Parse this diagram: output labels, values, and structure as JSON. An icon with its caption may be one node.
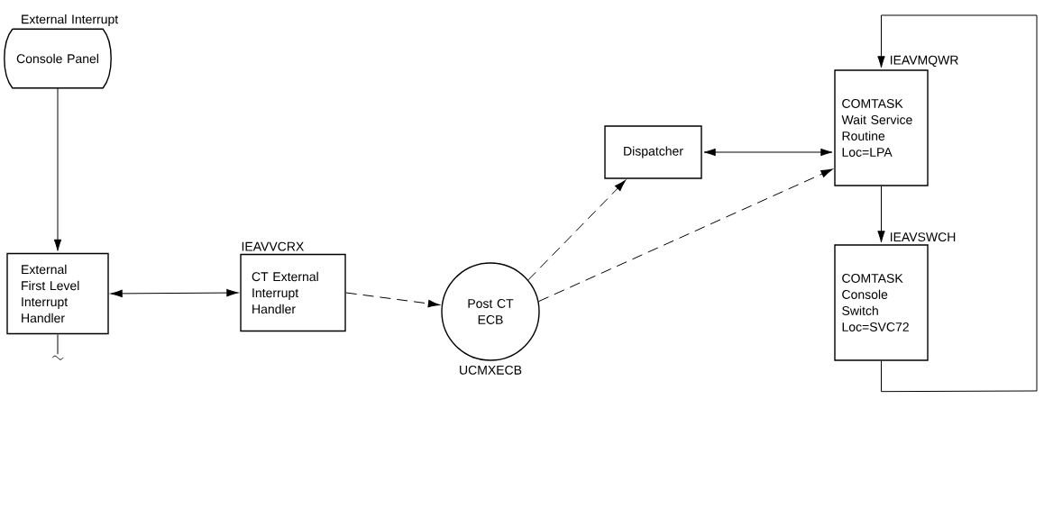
{
  "diagram": {
    "nodes": [
      {
        "text": [
          "External Interrupt",
          "Console Panel"
        ]
      },
      {
        "text": [
          "External First Level Interrupt Handler"
        ]
      },
      {
        "text": [
          "IEAVVCRX",
          "CT External Interrupt Handler"
        ]
      },
      {
        "text": [
          "Post CT ECB"
        ],
        "beside": [
          "UCMXECB"
        ]
      },
      {
        "text": [
          "Dispatcher"
        ]
      },
      {
        "text": [
          "IEAVMQWR",
          "COMTASK Wait Service Routine Loc=LPA"
        ]
      },
      {
        "text": [
          "IEAVSWCH",
          "COMTASK Console Switch Loc=SVC72"
        ]
      }
    ],
    "edges": [
      {
        "from": 0,
        "to": 1,
        "arrow": "to"
      },
      {
        "from": 1,
        "to": 2,
        "arrow": "both"
      },
      {
        "from": 2,
        "to": 3,
        "arrow": "to",
        "style": "dashed"
      },
      {
        "from": 3,
        "to": 4,
        "arrow": "to",
        "style": "dashed"
      },
      {
        "from": 3,
        "to": 5,
        "arrow": "to",
        "style": "dashed"
      },
      {
        "from": 4,
        "to": 5,
        "arrow": "both"
      },
      {
        "from": 5,
        "to": 6,
        "arrow": "to"
      },
      {
        "from": 6,
        "to": 5,
        "arrow": "to"
      },
      {
        "from": 1,
        "to": null,
        "arrow": "none"
      }
    ]
  }
}
